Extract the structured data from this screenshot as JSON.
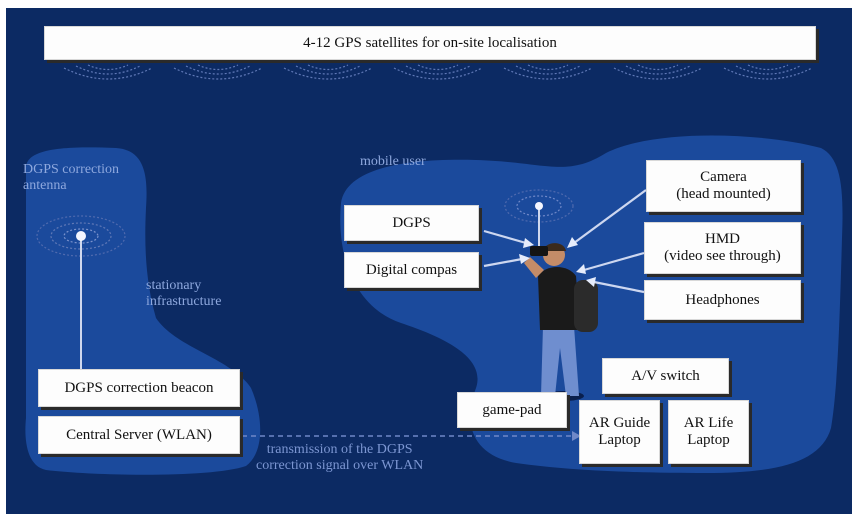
{
  "title": "4-12 GPS satellites for on-site localisation",
  "labels": {
    "dgps_antenna": "DGPS correction\nantenna",
    "stationary": "stationary\ninfrastructure",
    "mobile_user": "mobile user",
    "transmission": "transmission of the DGPS\ncorrection signal over WLAN"
  },
  "boxes": {
    "dgps_beacon": "DGPS correction beacon",
    "central_server": "Central Server (WLAN)",
    "dgps": "DGPS",
    "compass": "Digital compas",
    "camera": "Camera\n(head mounted)",
    "hmd": "HMD\n(video see through)",
    "headphones": "Headphones",
    "av_switch": "A/V switch",
    "gamepad": "game-pad",
    "ar_guide": "AR Guide\nLaptop",
    "ar_life": "AR Life\nLaptop"
  },
  "colors": {
    "background": "#0c2a63",
    "region": "#1b4a9c",
    "label_text": "#8ea8de",
    "signal": "#6f88c8"
  }
}
